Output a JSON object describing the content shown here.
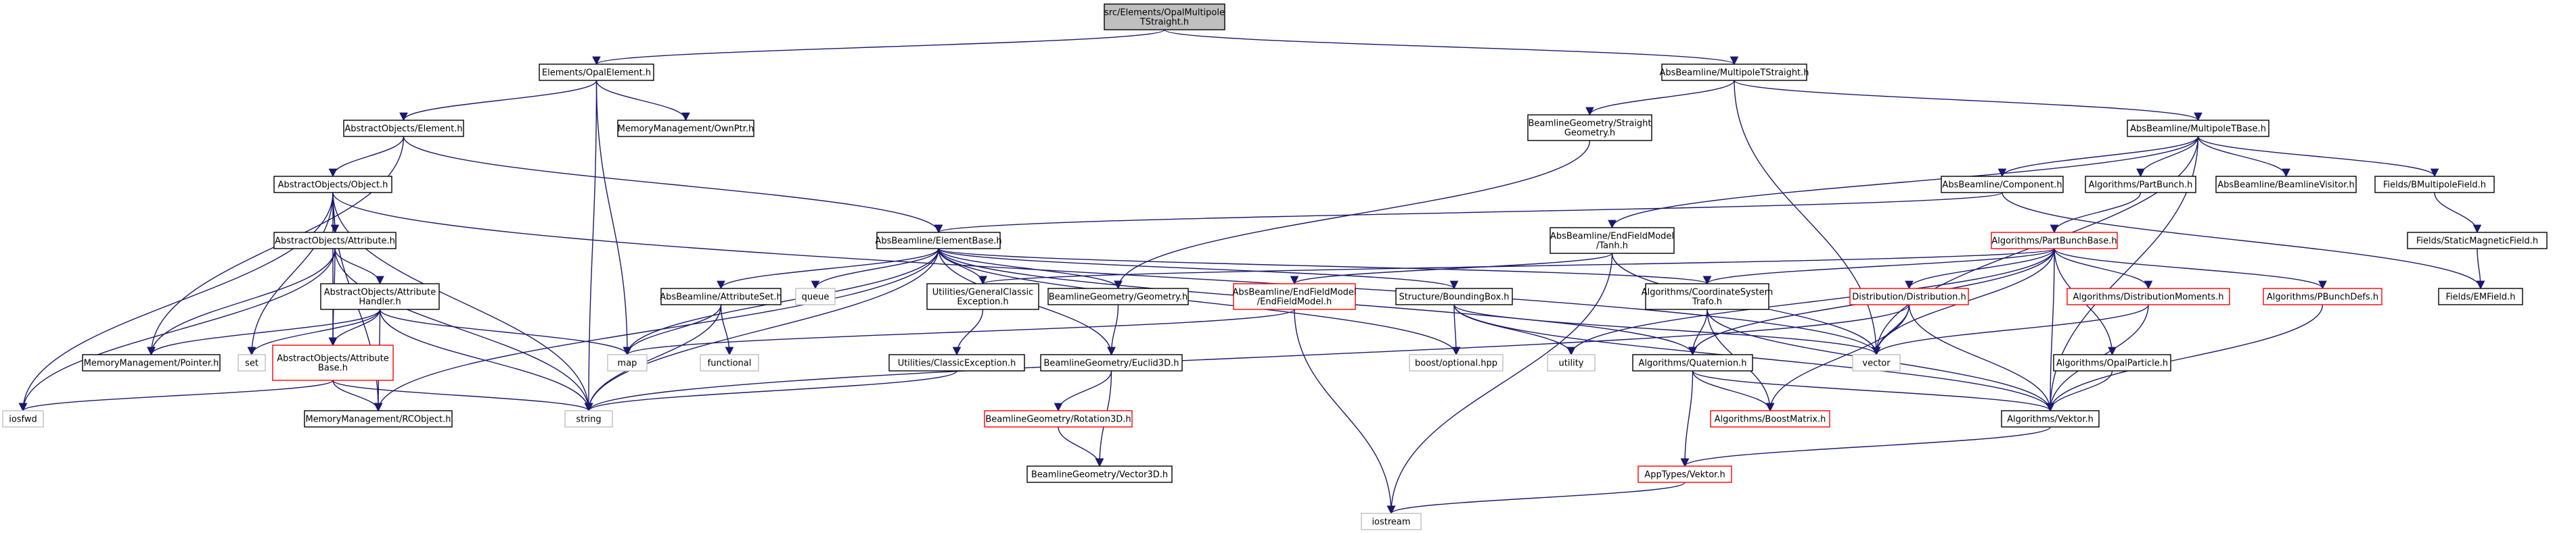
{
  "graph": {
    "colors": {
      "edge": "#191970",
      "root_fill": "#bfbfbf",
      "default_border": "#000000",
      "red_border": "#ff0000",
      "gray_border": "#bfbfbf",
      "gray_text": "#808080"
    },
    "nodes": [
      {
        "id": "root",
        "lines": [
          "src/Elements/OpalMultipole",
          "TStraight.h"
        ],
        "style": "root"
      },
      {
        "id": "opalelement",
        "lines": [
          "Elements/OpalElement.h"
        ],
        "style": "normal"
      },
      {
        "id": "mptstraight",
        "lines": [
          "AbsBeamline/MultipoleTStraight.h"
        ],
        "style": "normal"
      },
      {
        "id": "element",
        "lines": [
          "AbstractObjects/Element.h"
        ],
        "style": "normal"
      },
      {
        "id": "ownptr",
        "lines": [
          "MemoryManagement/OwnPtr.h"
        ],
        "style": "normal"
      },
      {
        "id": "straightgeom",
        "lines": [
          "BeamlineGeometry/Straight",
          "Geometry.h"
        ],
        "style": "normal"
      },
      {
        "id": "mptbase",
        "lines": [
          "AbsBeamline/MultipoleTBase.h"
        ],
        "style": "normal"
      },
      {
        "id": "object",
        "lines": [
          "AbstractObjects/Object.h"
        ],
        "style": "normal"
      },
      {
        "id": "component",
        "lines": [
          "AbsBeamline/Component.h"
        ],
        "style": "normal"
      },
      {
        "id": "partbunch",
        "lines": [
          "Algorithms/PartBunch.h"
        ],
        "style": "normal"
      },
      {
        "id": "beamlinevisitor",
        "lines": [
          "AbsBeamline/BeamlineVisitor.h"
        ],
        "style": "normal"
      },
      {
        "id": "bmultipole",
        "lines": [
          "Fields/BMultipoleField.h"
        ],
        "style": "normal"
      },
      {
        "id": "attribute",
        "lines": [
          "AbstractObjects/Attribute.h"
        ],
        "style": "normal"
      },
      {
        "id": "elementbase",
        "lines": [
          "AbsBeamline/ElementBase.h"
        ],
        "style": "normal"
      },
      {
        "id": "tanh",
        "lines": [
          "AbsBeamline/EndFieldModel",
          "/Tanh.h"
        ],
        "style": "normal"
      },
      {
        "id": "partbunchbase",
        "lines": [
          "Algorithms/PartBunchBase.h"
        ],
        "style": "red"
      },
      {
        "id": "staticmag",
        "lines": [
          "Fields/StaticMagneticField.h"
        ],
        "style": "normal"
      },
      {
        "id": "attrhandler",
        "lines": [
          "AbstractObjects/Attribute",
          "Handler.h"
        ],
        "style": "normal"
      },
      {
        "id": "attributeset",
        "lines": [
          "AbsBeamline/AttributeSet.h"
        ],
        "style": "normal"
      },
      {
        "id": "queue",
        "lines": [
          "queue"
        ],
        "style": "gray"
      },
      {
        "id": "genclassicexc",
        "lines": [
          "Utilities/GeneralClassic",
          "Exception.h"
        ],
        "style": "normal"
      },
      {
        "id": "geometry",
        "lines": [
          "BeamlineGeometry/Geometry.h"
        ],
        "style": "normal"
      },
      {
        "id": "endfieldmodel",
        "lines": [
          "AbsBeamline/EndFieldModel",
          "/EndFieldModel.h"
        ],
        "style": "red"
      },
      {
        "id": "boundingbox",
        "lines": [
          "Structure/BoundingBox.h"
        ],
        "style": "normal"
      },
      {
        "id": "coordsys",
        "lines": [
          "Algorithms/CoordinateSystem",
          "Trafo.h"
        ],
        "style": "normal"
      },
      {
        "id": "distribution",
        "lines": [
          "Distribution/Distribution.h"
        ],
        "style": "red"
      },
      {
        "id": "distmoments",
        "lines": [
          "Algorithms/DistributionMoments.h"
        ],
        "style": "red"
      },
      {
        "id": "pbunchdefs",
        "lines": [
          "Algorithms/PBunchDefs.h"
        ],
        "style": "red"
      },
      {
        "id": "emfield",
        "lines": [
          "Fields/EMField.h"
        ],
        "style": "normal"
      },
      {
        "id": "pointer",
        "lines": [
          "MemoryManagement/Pointer.h"
        ],
        "style": "normal"
      },
      {
        "id": "set",
        "lines": [
          "set"
        ],
        "style": "gray"
      },
      {
        "id": "attrbase",
        "lines": [
          "AbstractObjects/Attribute",
          "Base.h"
        ],
        "style": "red"
      },
      {
        "id": "map",
        "lines": [
          "map"
        ],
        "style": "gray"
      },
      {
        "id": "functional",
        "lines": [
          "functional"
        ],
        "style": "gray"
      },
      {
        "id": "classicexc",
        "lines": [
          "Utilities/ClassicException.h"
        ],
        "style": "normal"
      },
      {
        "id": "euclid3d",
        "lines": [
          "BeamlineGeometry/Euclid3D.h"
        ],
        "style": "normal"
      },
      {
        "id": "optional",
        "lines": [
          "boost/optional.hpp"
        ],
        "style": "gray"
      },
      {
        "id": "utility",
        "lines": [
          "utility"
        ],
        "style": "gray"
      },
      {
        "id": "quaternion",
        "lines": [
          "Algorithms/Quaternion.h"
        ],
        "style": "normal"
      },
      {
        "id": "vector",
        "lines": [
          "vector"
        ],
        "style": "gray"
      },
      {
        "id": "opalparticle",
        "lines": [
          "Algorithms/OpalParticle.h"
        ],
        "style": "normal"
      },
      {
        "id": "iosfwd",
        "lines": [
          "iosfwd"
        ],
        "style": "gray"
      },
      {
        "id": "rcobject",
        "lines": [
          "MemoryManagement/RCObject.h"
        ],
        "style": "normal"
      },
      {
        "id": "string",
        "lines": [
          "string"
        ],
        "style": "gray"
      },
      {
        "id": "rotation3d",
        "lines": [
          "BeamlineGeometry/Rotation3D.h"
        ],
        "style": "red"
      },
      {
        "id": "boostmatrix",
        "lines": [
          "Algorithms/BoostMatrix.h"
        ],
        "style": "red"
      },
      {
        "id": "algvektor",
        "lines": [
          "Algorithms/Vektor.h"
        ],
        "style": "normal"
      },
      {
        "id": "vector3d",
        "lines": [
          "BeamlineGeometry/Vector3D.h"
        ],
        "style": "normal"
      },
      {
        "id": "apptypesvektor",
        "lines": [
          "AppTypes/Vektor.h"
        ],
        "style": "red"
      },
      {
        "id": "iostream",
        "lines": [
          "iostream"
        ],
        "style": "gray"
      }
    ],
    "edges": [
      [
        "root",
        "opalelement"
      ],
      [
        "root",
        "mptstraight"
      ],
      [
        "opalelement",
        "element"
      ],
      [
        "opalelement",
        "ownptr"
      ],
      [
        "opalelement",
        "map"
      ],
      [
        "opalelement",
        "string"
      ],
      [
        "mptstraight",
        "straightgeom"
      ],
      [
        "mptstraight",
        "mptbase"
      ],
      [
        "mptstraight",
        "vector"
      ],
      [
        "element",
        "object"
      ],
      [
        "element",
        "elementbase"
      ],
      [
        "element",
        "pointer"
      ],
      [
        "straightgeom",
        "geometry"
      ],
      [
        "mptbase",
        "component"
      ],
      [
        "mptbase",
        "partbunch"
      ],
      [
        "mptbase",
        "beamlinevisitor"
      ],
      [
        "mptbase",
        "bmultipole"
      ],
      [
        "mptbase",
        "tanh"
      ],
      [
        "mptbase",
        "algvektor"
      ],
      [
        "mptbase",
        "vector"
      ],
      [
        "object",
        "attribute"
      ],
      [
        "object",
        "set"
      ],
      [
        "object",
        "string"
      ],
      [
        "object",
        "iosfwd"
      ],
      [
        "object",
        "rcobject"
      ],
      [
        "object",
        "vector"
      ],
      [
        "object",
        "attrbase"
      ],
      [
        "component",
        "elementbase"
      ],
      [
        "component",
        "emfield"
      ],
      [
        "partbunch",
        "partbunchbase"
      ],
      [
        "bmultipole",
        "staticmag"
      ],
      [
        "staticmag",
        "emfield"
      ],
      [
        "attribute",
        "attrhandler"
      ],
      [
        "attribute",
        "attrbase"
      ],
      [
        "attribute",
        "string"
      ],
      [
        "attribute",
        "pointer"
      ],
      [
        "attribute",
        "iosfwd"
      ],
      [
        "attrhandler",
        "attrbase"
      ],
      [
        "attrhandler",
        "map"
      ],
      [
        "attrhandler",
        "set"
      ],
      [
        "attrhandler",
        "string"
      ],
      [
        "attrhandler",
        "pointer"
      ],
      [
        "attrhandler",
        "rcobject"
      ],
      [
        "attrbase",
        "rcobject"
      ],
      [
        "attrbase",
        "string"
      ],
      [
        "attrbase",
        "iosfwd"
      ],
      [
        "elementbase",
        "attributeset"
      ],
      [
        "elementbase",
        "queue"
      ],
      [
        "elementbase",
        "genclassicexc"
      ],
      [
        "elementbase",
        "geometry"
      ],
      [
        "elementbase",
        "euclid3d"
      ],
      [
        "elementbase",
        "boundingbox"
      ],
      [
        "elementbase",
        "coordsys"
      ],
      [
        "elementbase",
        "rcobject"
      ],
      [
        "elementbase",
        "map"
      ],
      [
        "elementbase",
        "string"
      ],
      [
        "elementbase",
        "optional"
      ],
      [
        "elementbase",
        "quaternion"
      ],
      [
        "attributeset",
        "map"
      ],
      [
        "attributeset",
        "functional"
      ],
      [
        "attributeset",
        "string"
      ],
      [
        "genclassicexc",
        "classicexc"
      ],
      [
        "classicexc",
        "string"
      ],
      [
        "geometry",
        "euclid3d"
      ],
      [
        "euclid3d",
        "rotation3d"
      ],
      [
        "euclid3d",
        "vector3d"
      ],
      [
        "rotation3d",
        "vector3d"
      ],
      [
        "tanh",
        "endfieldmodel"
      ],
      [
        "tanh",
        "vector"
      ],
      [
        "tanh",
        "iostream"
      ],
      [
        "endfieldmodel",
        "map"
      ],
      [
        "endfieldmodel",
        "iostream"
      ],
      [
        "boundingbox",
        "optional"
      ],
      [
        "boundingbox",
        "utility"
      ],
      [
        "boundingbox",
        "vector"
      ],
      [
        "boundingbox",
        "algvektor"
      ],
      [
        "partbunchbase",
        "coordsys"
      ],
      [
        "partbunchbase",
        "distribution"
      ],
      [
        "partbunchbase",
        "distmoments"
      ],
      [
        "partbunchbase",
        "pbunchdefs"
      ],
      [
        "partbunchbase",
        "opalparticle"
      ],
      [
        "partbunchbase",
        "quaternion"
      ],
      [
        "partbunchbase",
        "utility"
      ],
      [
        "partbunchbase",
        "vector"
      ],
      [
        "partbunchbase",
        "genclassicexc"
      ],
      [
        "partbunchbase",
        "algvektor"
      ],
      [
        "coordsys",
        "quaternion"
      ],
      [
        "coordsys",
        "boostmatrix"
      ],
      [
        "coordsys",
        "algvektor"
      ],
      [
        "distribution",
        "vector"
      ],
      [
        "distribution",
        "string"
      ],
      [
        "distribution",
        "boostmatrix"
      ],
      [
        "distribution",
        "algvektor"
      ],
      [
        "distmoments",
        "vector"
      ],
      [
        "distmoments",
        "algvektor"
      ],
      [
        "pbunchdefs",
        "algvektor"
      ],
      [
        "opalparticle",
        "algvektor"
      ],
      [
        "quaternion",
        "boostmatrix"
      ],
      [
        "quaternion",
        "apptypesvektor"
      ],
      [
        "quaternion",
        "algvektor"
      ],
      [
        "algvektor",
        "apptypesvektor"
      ],
      [
        "apptypesvektor",
        "iostream"
      ]
    ]
  }
}
